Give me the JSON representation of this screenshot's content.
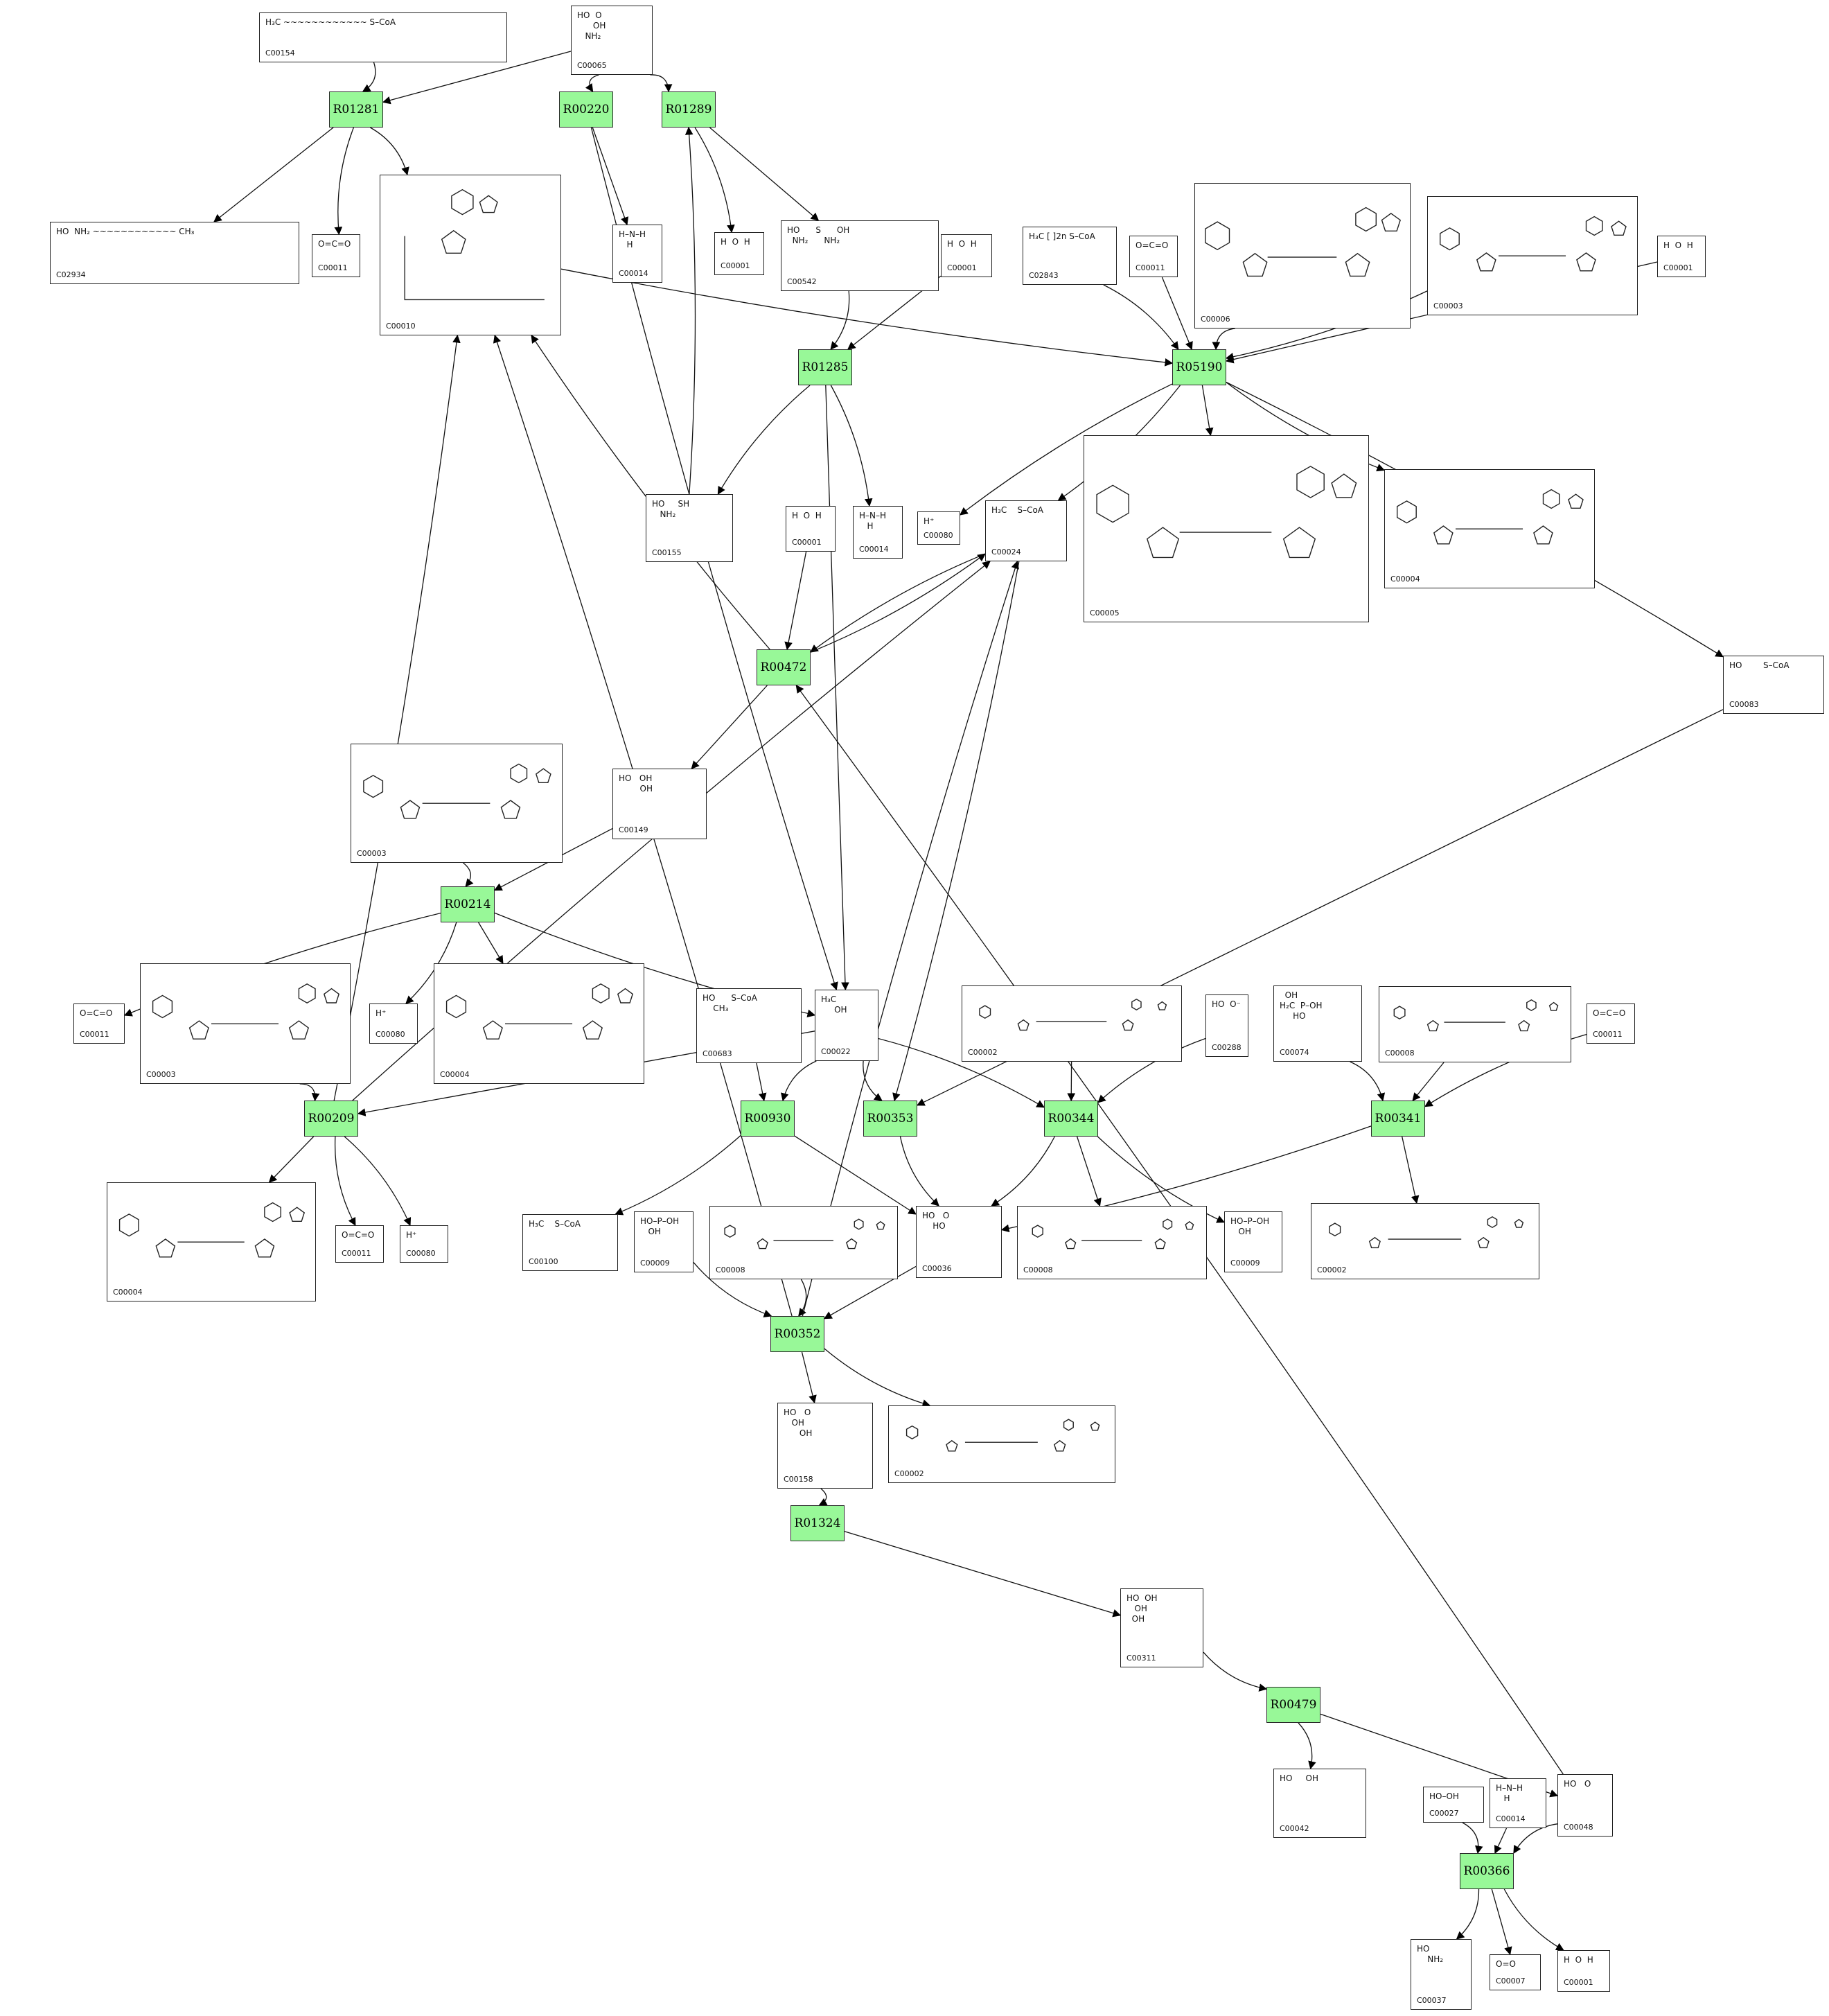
{
  "reactions": [
    {
      "id": "R01281",
      "label": "R01281"
    },
    {
      "id": "R00220",
      "label": "R00220"
    },
    {
      "id": "R01289",
      "label": "R01289"
    },
    {
      "id": "R01285",
      "label": "R01285"
    },
    {
      "id": "R05190",
      "label": "R05190"
    },
    {
      "id": "R00472",
      "label": "R00472"
    },
    {
      "id": "R00214",
      "label": "R00214"
    },
    {
      "id": "R00209",
      "label": "R00209"
    },
    {
      "id": "R00930",
      "label": "R00930"
    },
    {
      "id": "R00353",
      "label": "R00353"
    },
    {
      "id": "R00344",
      "label": "R00344"
    },
    {
      "id": "R00341",
      "label": "R00341"
    },
    {
      "id": "R00352",
      "label": "R00352"
    },
    {
      "id": "R01324",
      "label": "R01324"
    },
    {
      "id": "R00479",
      "label": "R00479"
    },
    {
      "id": "R00366",
      "label": "R00366"
    }
  ],
  "compounds": [
    {
      "key": "n01",
      "code": "C00154",
      "struct": "H₃C ~~~~~~~~~~~~ S–CoA",
      "kind": "chain"
    },
    {
      "key": "n02",
      "code": "C00065",
      "struct": "HO  O\n      OH\n   NH₂",
      "kind": "small"
    },
    {
      "key": "n03",
      "code": "C02934",
      "struct": "HO  NH₂ ~~~~~~~~~~~~ CH₃",
      "kind": "chain"
    },
    {
      "key": "n04",
      "code": "C00011",
      "struct": "O=C=O",
      "kind": "small"
    },
    {
      "key": "n05",
      "code": "C00010",
      "struct": "",
      "kind": "coa"
    },
    {
      "key": "n06",
      "code": "C00014",
      "struct": "H–N–H\n   H",
      "kind": "small"
    },
    {
      "key": "n07",
      "code": "C00001",
      "struct": "H  O  H",
      "kind": "small"
    },
    {
      "key": "n08",
      "code": "C00542",
      "struct": "HO      S      OH\n  NH₂      NH₂",
      "kind": "small"
    },
    {
      "key": "n09",
      "code": "C00001",
      "struct": "H  O  H",
      "kind": "small"
    },
    {
      "key": "n10",
      "code": "C02843",
      "struct": "H₃C [ ]2n S–CoA",
      "kind": "small"
    },
    {
      "key": "n11",
      "code": "C00011",
      "struct": "O=C=O",
      "kind": "small"
    },
    {
      "key": "n12",
      "code": "C00006",
      "struct": "",
      "kind": "nucleotide"
    },
    {
      "key": "n13",
      "code": "C00003",
      "struct": "",
      "kind": "nucleotide"
    },
    {
      "key": "n14",
      "code": "C00001",
      "struct": "H  O  H",
      "kind": "small"
    },
    {
      "key": "n15",
      "code": "C00155",
      "struct": "HO     SH\n   NH₂",
      "kind": "small"
    },
    {
      "key": "n16",
      "code": "C00001",
      "struct": "H  O  H",
      "kind": "small"
    },
    {
      "key": "n17",
      "code": "C00014",
      "struct": "H–N–H\n   H",
      "kind": "small"
    },
    {
      "key": "n18",
      "code": "C00080",
      "struct": "H⁺",
      "kind": "small"
    },
    {
      "key": "n19",
      "code": "C00024",
      "struct": "H₃C    S–CoA",
      "kind": "small"
    },
    {
      "key": "n20",
      "code": "C00005",
      "struct": "",
      "kind": "nucleotide"
    },
    {
      "key": "n21",
      "code": "C00004",
      "struct": "",
      "kind": "nucleotide"
    },
    {
      "key": "n22",
      "code": "C00083",
      "struct": "HO        S–CoA",
      "kind": "small"
    },
    {
      "key": "n23",
      "code": "C00003",
      "struct": "",
      "kind": "nucleotide"
    },
    {
      "key": "n24",
      "code": "C00149",
      "struct": "HO   OH\n        OH",
      "kind": "small"
    },
    {
      "key": "n25",
      "code": "C00011",
      "struct": "O=C=O",
      "kind": "small"
    },
    {
      "key": "n26",
      "code": "C00003",
      "struct": "",
      "kind": "nucleotide"
    },
    {
      "key": "n27",
      "code": "C00080",
      "struct": "H⁺",
      "kind": "small"
    },
    {
      "key": "n28",
      "code": "C00004",
      "struct": "",
      "kind": "nucleotide"
    },
    {
      "key": "n29",
      "code": "C00683",
      "struct": "HO      S–CoA\n    CH₃",
      "kind": "small"
    },
    {
      "key": "n30",
      "code": "C00022",
      "struct": "H₃C\n     OH",
      "kind": "small"
    },
    {
      "key": "n31",
      "code": "C00002",
      "struct": "",
      "kind": "nucleotide"
    },
    {
      "key": "n32",
      "code": "C00288",
      "struct": "HO  O⁻",
      "kind": "small"
    },
    {
      "key": "n33",
      "code": "C00074",
      "struct": "  OH\nH₂C  P–OH\n     HO",
      "kind": "small"
    },
    {
      "key": "n34",
      "code": "C00008",
      "struct": "",
      "kind": "nucleotide"
    },
    {
      "key": "n35",
      "code": "C00011",
      "struct": "O=C=O",
      "kind": "small"
    },
    {
      "key": "n36",
      "code": "C00004",
      "struct": "",
      "kind": "nucleotide"
    },
    {
      "key": "n37",
      "code": "C00011",
      "struct": "O=C=O",
      "kind": "small"
    },
    {
      "key": "n38",
      "code": "C00080",
      "struct": "H⁺",
      "kind": "small"
    },
    {
      "key": "n39",
      "code": "C00100",
      "struct": "H₃C    S–CoA",
      "kind": "small"
    },
    {
      "key": "n40",
      "code": "C00009",
      "struct": "HO–P–OH\n   OH",
      "kind": "small"
    },
    {
      "key": "n41",
      "code": "C00008",
      "struct": "",
      "kind": "nucleotide"
    },
    {
      "key": "n42",
      "code": "C00036",
      "struct": "HO   O\n    HO",
      "kind": "small"
    },
    {
      "key": "n43",
      "code": "C00008",
      "struct": "",
      "kind": "nucleotide"
    },
    {
      "key": "n44",
      "code": "C00009",
      "struct": "HO–P–OH\n   OH",
      "kind": "small"
    },
    {
      "key": "n45",
      "code": "C00002",
      "struct": "",
      "kind": "nucleotide"
    },
    {
      "key": "n46",
      "code": "C00158",
      "struct": "HO   O\n   OH\n      OH",
      "kind": "small"
    },
    {
      "key": "n47",
      "code": "C00002",
      "struct": "",
      "kind": "nucleotide"
    },
    {
      "key": "n48",
      "code": "C00311",
      "struct": "HO  OH\n   OH\n  OH",
      "kind": "small"
    },
    {
      "key": "n49",
      "code": "C00042",
      "struct": "HO     OH",
      "kind": "small"
    },
    {
      "key": "n50",
      "code": "C00027",
      "struct": "HO–OH",
      "kind": "small"
    },
    {
      "key": "n51",
      "code": "C00014",
      "struct": "H–N–H\n   H",
      "kind": "small"
    },
    {
      "key": "n52",
      "code": "C00048",
      "struct": "HO   O",
      "kind": "small"
    },
    {
      "key": "n53",
      "code": "C00037",
      "struct": "HO\n    NH₂",
      "kind": "small"
    },
    {
      "key": "n54",
      "code": "C00007",
      "struct": "O=O",
      "kind": "small"
    },
    {
      "key": "n55",
      "code": "C00001",
      "struct": "H  O  H",
      "kind": "small"
    }
  ],
  "edges": [
    [
      "n01",
      "R01281"
    ],
    [
      "n02",
      "R01281"
    ],
    [
      "n02",
      "R00220"
    ],
    [
      "n02",
      "R01289"
    ],
    [
      "R01281",
      "n03"
    ],
    [
      "R01281",
      "n04"
    ],
    [
      "R01281",
      "n05"
    ],
    [
      "R00220",
      "n06"
    ],
    [
      "R00220",
      "n30"
    ],
    [
      "R01289",
      "n07"
    ],
    [
      "R01289",
      "n08"
    ],
    [
      "n15",
      "R01289"
    ],
    [
      "n08",
      "R01285"
    ],
    [
      "n09",
      "R01285"
    ],
    [
      "R01285",
      "n15"
    ],
    [
      "R01285",
      "n17"
    ],
    [
      "R01285",
      "n30"
    ],
    [
      "n05",
      "R05190"
    ],
    [
      "n10",
      "R05190"
    ],
    [
      "n11",
      "R05190"
    ],
    [
      "n12",
      "R05190"
    ],
    [
      "n13",
      "R05190"
    ],
    [
      "n14",
      "R05190"
    ],
    [
      "R05190",
      "n18"
    ],
    [
      "R05190",
      "n19"
    ],
    [
      "R05190",
      "n20"
    ],
    [
      "R05190",
      "n21"
    ],
    [
      "R05190",
      "n22"
    ],
    [
      "n16",
      "R00472"
    ],
    [
      "n19",
      "R00472"
    ],
    [
      "R00472",
      "n05"
    ],
    [
      "R00472",
      "n24"
    ],
    [
      "R00472",
      "n19"
    ],
    [
      "n23",
      "R00214"
    ],
    [
      "n24",
      "R00214"
    ],
    [
      "R00214",
      "n25"
    ],
    [
      "R00214",
      "n27"
    ],
    [
      "R00214",
      "n28"
    ],
    [
      "R00214",
      "n30"
    ],
    [
      "n26",
      "R00209"
    ],
    [
      "n30",
      "R00209"
    ],
    [
      "R00209",
      "n05"
    ],
    [
      "R00209",
      "n19"
    ],
    [
      "R00209",
      "n36"
    ],
    [
      "R00209",
      "n37"
    ],
    [
      "R00209",
      "n38"
    ],
    [
      "n29",
      "R00930"
    ],
    [
      "n30",
      "R00930"
    ],
    [
      "R00930",
      "n39"
    ],
    [
      "R00930",
      "n42"
    ],
    [
      "n30",
      "R00353"
    ],
    [
      "n19",
      "R00353"
    ],
    [
      "n22",
      "R00353"
    ],
    [
      "R00353",
      "n42"
    ],
    [
      "n30",
      "R00344"
    ],
    [
      "n31",
      "R00344"
    ],
    [
      "n32",
      "R00344"
    ],
    [
      "R00344",
      "n42"
    ],
    [
      "R00344",
      "n43"
    ],
    [
      "R00344",
      "n44"
    ],
    [
      "n33",
      "R00341"
    ],
    [
      "n34",
      "R00341"
    ],
    [
      "n35",
      "R00341"
    ],
    [
      "R00341",
      "n42"
    ],
    [
      "R00341",
      "n45"
    ],
    [
      "n40",
      "R00352"
    ],
    [
      "n41",
      "R00352"
    ],
    [
      "n42",
      "R00352"
    ],
    [
      "R00352",
      "n05"
    ],
    [
      "R00352",
      "n19"
    ],
    [
      "R00352",
      "n46"
    ],
    [
      "R00352",
      "n47"
    ],
    [
      "n46",
      "R01324"
    ],
    [
      "R01324",
      "n48"
    ],
    [
      "n48",
      "R00479"
    ],
    [
      "R00479",
      "n49"
    ],
    [
      "R00479",
      "n52"
    ],
    [
      "n52",
      "R00472"
    ],
    [
      "n50",
      "R00366"
    ],
    [
      "n51",
      "R00366"
    ],
    [
      "n52",
      "R00366"
    ],
    [
      "R00366",
      "n53"
    ],
    [
      "R00366",
      "n54"
    ],
    [
      "R00366",
      "n55"
    ]
  ]
}
